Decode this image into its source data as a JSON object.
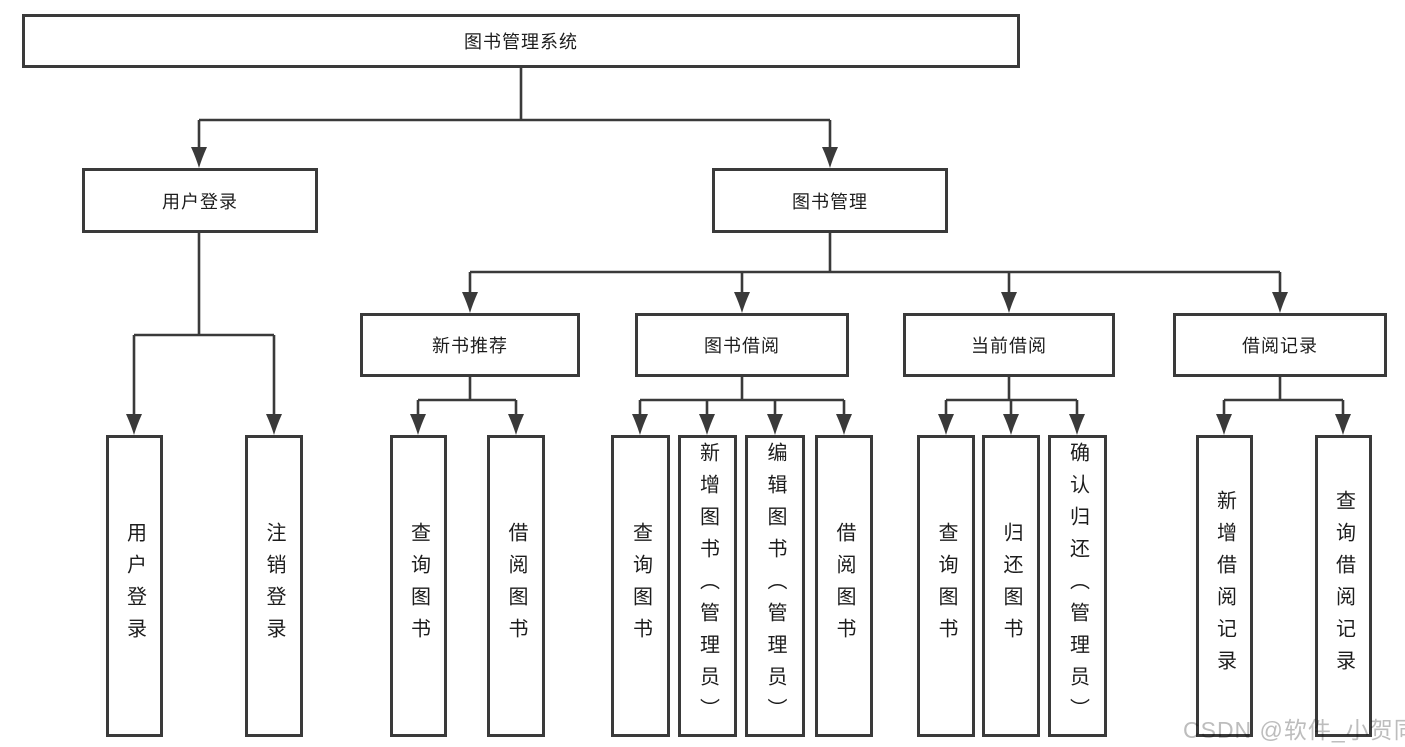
{
  "tree": {
    "root": {
      "label": "图书管理系统"
    },
    "children": [
      {
        "label": "用户登录",
        "children": [
          {
            "label": "用户登录"
          },
          {
            "label": "注销登录"
          }
        ]
      },
      {
        "label": "图书管理",
        "children": [
          {
            "label": "新书推荐",
            "children": [
              {
                "label": "查询图书"
              },
              {
                "label": "借阅图书"
              }
            ]
          },
          {
            "label": "图书借阅",
            "children": [
              {
                "label": "查询图书"
              },
              {
                "label": "新增图书（管理员）"
              },
              {
                "label": "编辑图书（管理员）"
              },
              {
                "label": "借阅图书"
              }
            ]
          },
          {
            "label": "当前借阅",
            "children": [
              {
                "label": "查询图书"
              },
              {
                "label": "归还图书"
              },
              {
                "label": "确认归还（管理员）"
              }
            ]
          },
          {
            "label": "借阅记录",
            "children": [
              {
                "label": "新增借阅记录"
              },
              {
                "label": "查询借阅记录"
              }
            ]
          }
        ]
      }
    ]
  },
  "watermark": {
    "text": "CSDN @软件_小贺同学"
  },
  "colors": {
    "line": "#3a3a3a",
    "text": "#1d1d1d",
    "background": "#ffffff",
    "box_bg": "#ffffff",
    "watermark": "#bdbdbd"
  }
}
